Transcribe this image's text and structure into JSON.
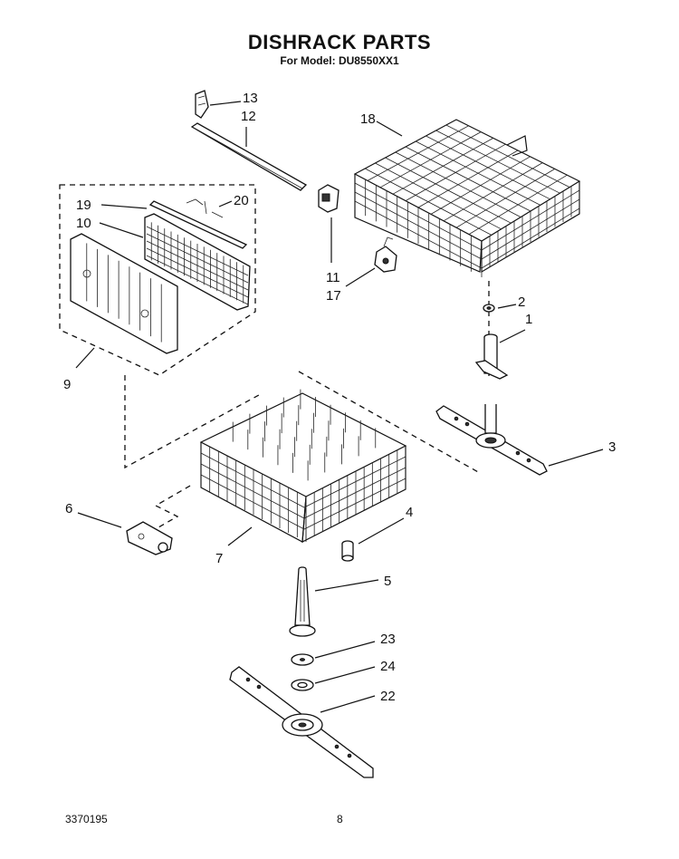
{
  "page": {
    "title": "DISHRACK PARTS",
    "subtitle": "For Model: DU8550XX1",
    "doc_number": "3370195",
    "page_number": "8"
  },
  "callouts": {
    "c1": "1",
    "c2": "2",
    "c3": "3",
    "c4": "4",
    "c5": "5",
    "c6": "6",
    "c7": "7",
    "c9": "9",
    "c10": "10",
    "c11": "11",
    "c12": "12",
    "c13": "13",
    "c17": "17",
    "c18": "18",
    "c19": "19",
    "c20": "20",
    "c22": "22",
    "c23": "23",
    "c24": "24"
  }
}
